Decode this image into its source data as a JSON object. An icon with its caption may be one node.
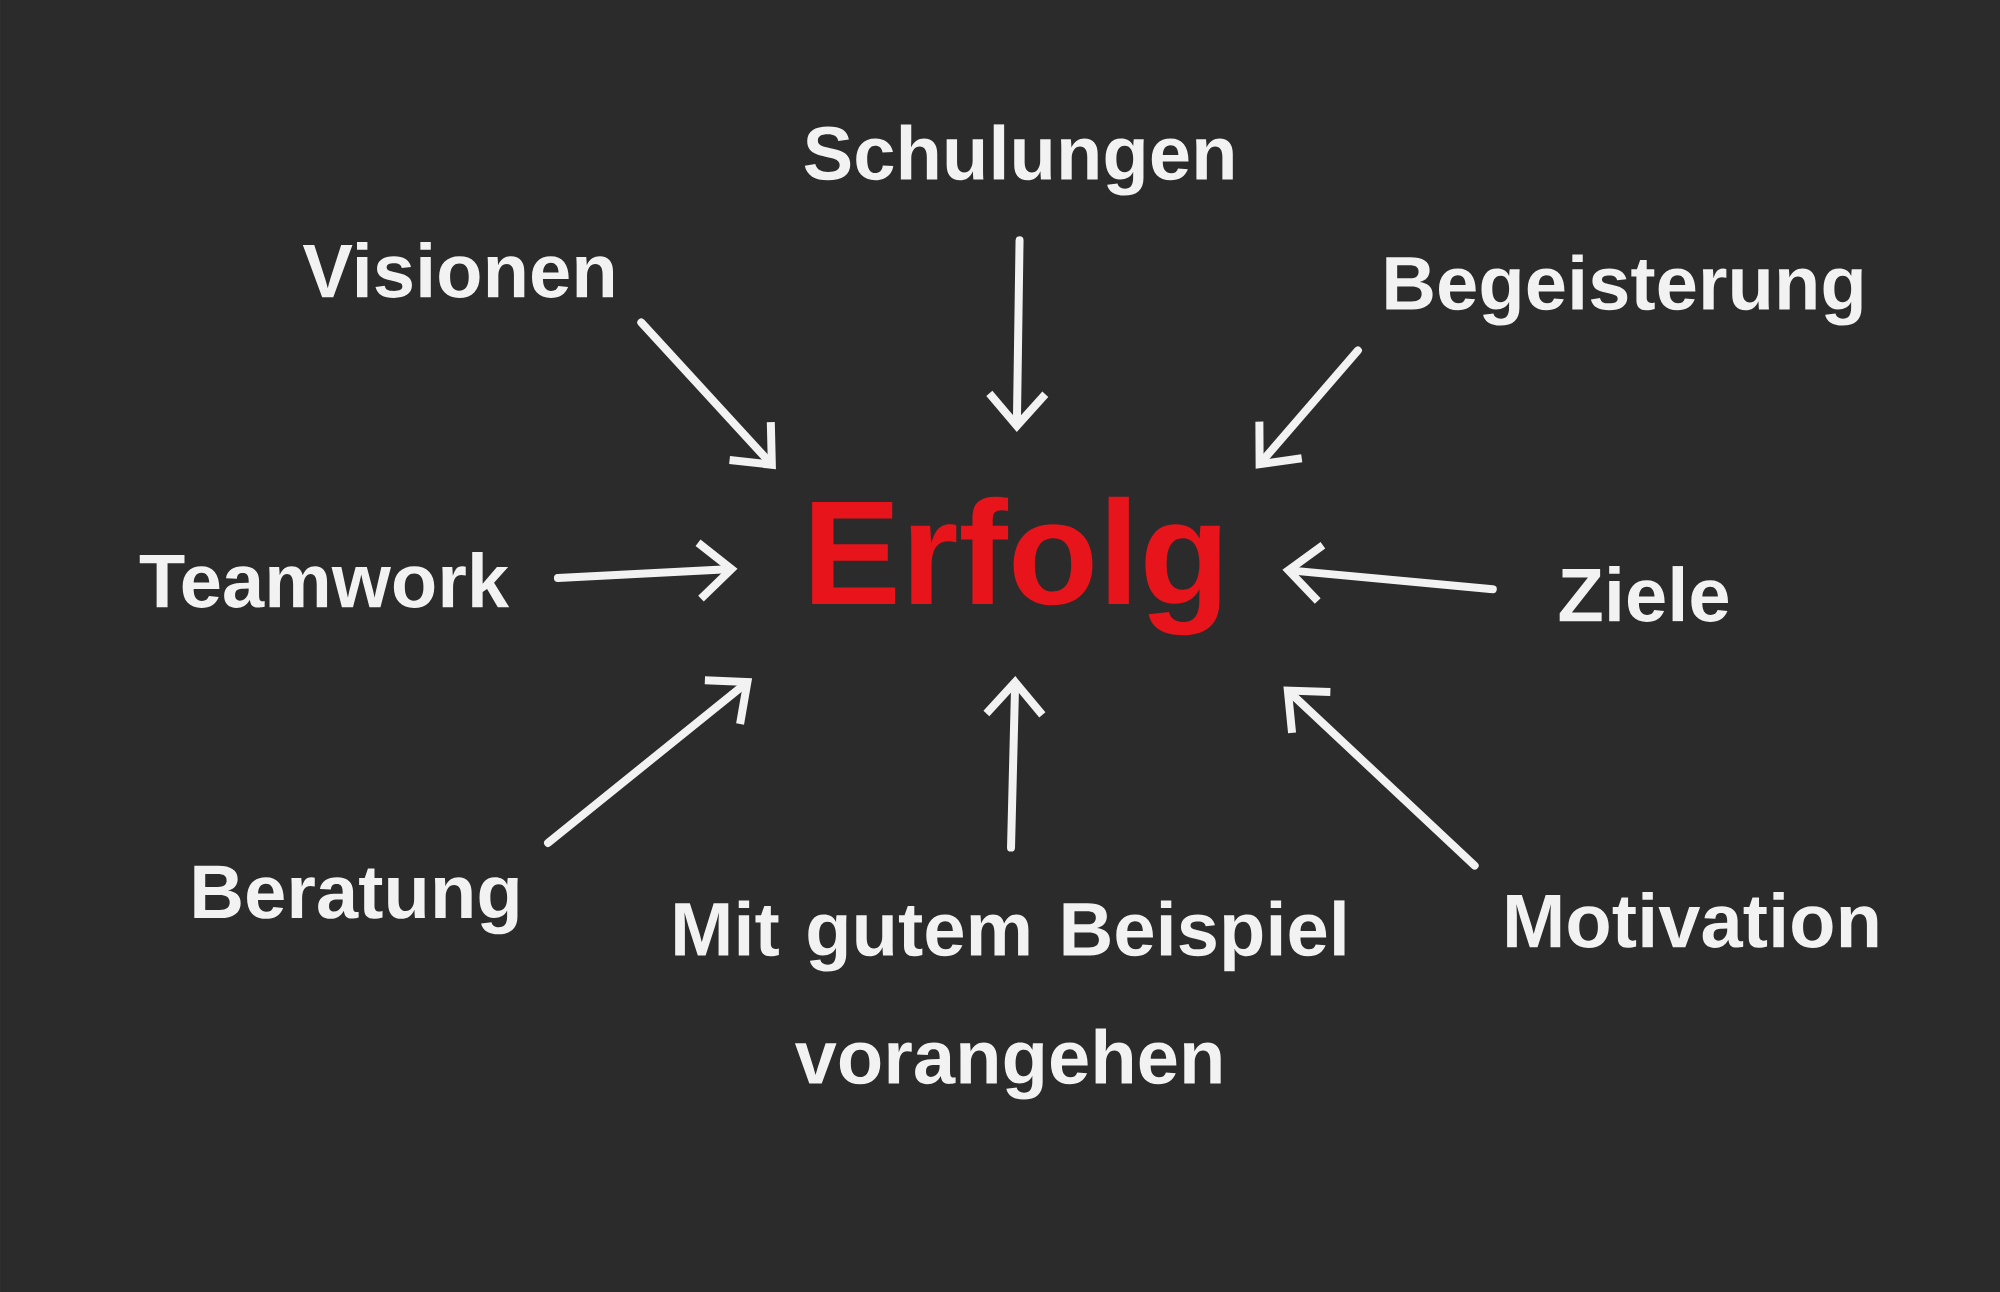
{
  "diagram": {
    "nodes": [
      {
        "text": [
          "Schulungen"
        ]
      },
      {
        "text": [
          "Visionen"
        ]
      },
      {
        "text": [
          "Begeisterung"
        ]
      },
      {
        "text": [
          "Teamwork"
        ]
      },
      {
        "text": [
          "Erfolg"
        ]
      },
      {
        "text": [
          "Ziele"
        ]
      },
      {
        "text": [
          "Beratung"
        ]
      },
      {
        "text": [
          "Mit gutem Beispiel vorangehen"
        ]
      },
      {
        "text": [
          "Motivation"
        ]
      }
    ],
    "edges": [
      {
        "from": 0,
        "to": 4,
        "arrow": "to"
      },
      {
        "from": 1,
        "to": 4,
        "arrow": "to"
      },
      {
        "from": 2,
        "to": 4,
        "arrow": "to"
      },
      {
        "from": 3,
        "to": 4,
        "arrow": "to"
      },
      {
        "from": 5,
        "to": 4,
        "arrow": "to"
      },
      {
        "from": 6,
        "to": 4,
        "arrow": "to"
      },
      {
        "from": 7,
        "to": 4,
        "arrow": "to"
      },
      {
        "from": 8,
        "to": 4,
        "arrow": "to"
      }
    ]
  }
}
